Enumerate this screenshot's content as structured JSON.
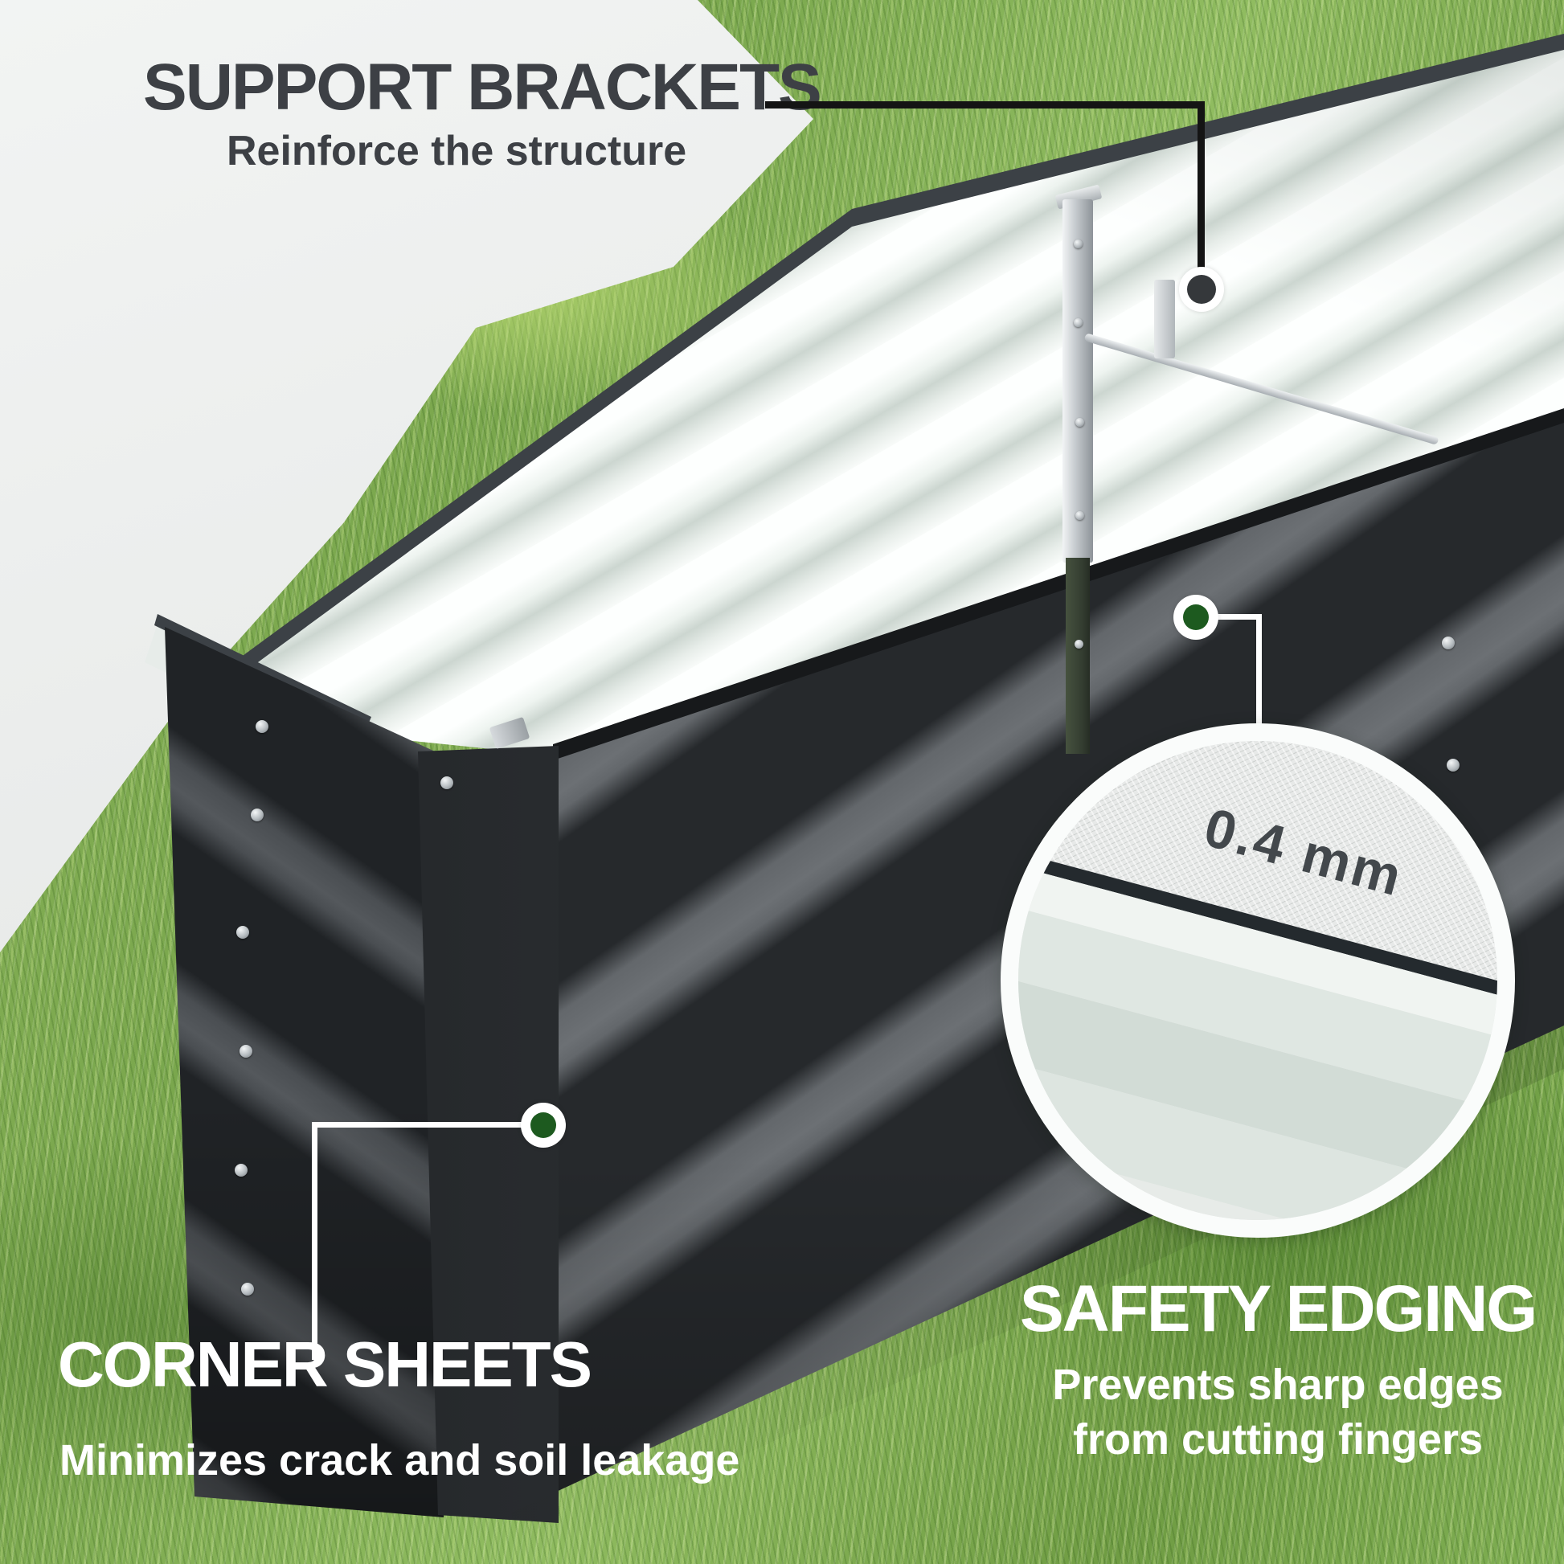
{
  "callouts": {
    "support_brackets": {
      "title": "SUPPORT BRACKETS",
      "subtitle": "Reinforce the structure"
    },
    "corner_sheets": {
      "title": "CORNER SHEETS",
      "subtitle": "Minimizes crack and soil leakage"
    },
    "safety_edging": {
      "title": "SAFETY EDGING",
      "subtitle_line_1": "Prevents sharp edges",
      "subtitle_line_2": "from cutting fingers"
    }
  },
  "magnifier_inset": {
    "measurement_label": "0.4 mm"
  },
  "colors": {
    "wall": "#ebedec",
    "grass": "#7fae52",
    "metal_dark": "#26292c",
    "metal_stripe": "#676b6f",
    "metal_white": "#f4f8f5",
    "rim_dark": "#3c4146",
    "silver": "#c3c8cc",
    "label_dark": "#3d4045",
    "label_white": "#ffffff",
    "dot_green": "#1d5a1f",
    "dot_dark": "#35383b",
    "connector_dark": "#141414",
    "connector_white": "#ffffff",
    "inset_edge": "#242a2e",
    "inset_text": "#43484c"
  }
}
